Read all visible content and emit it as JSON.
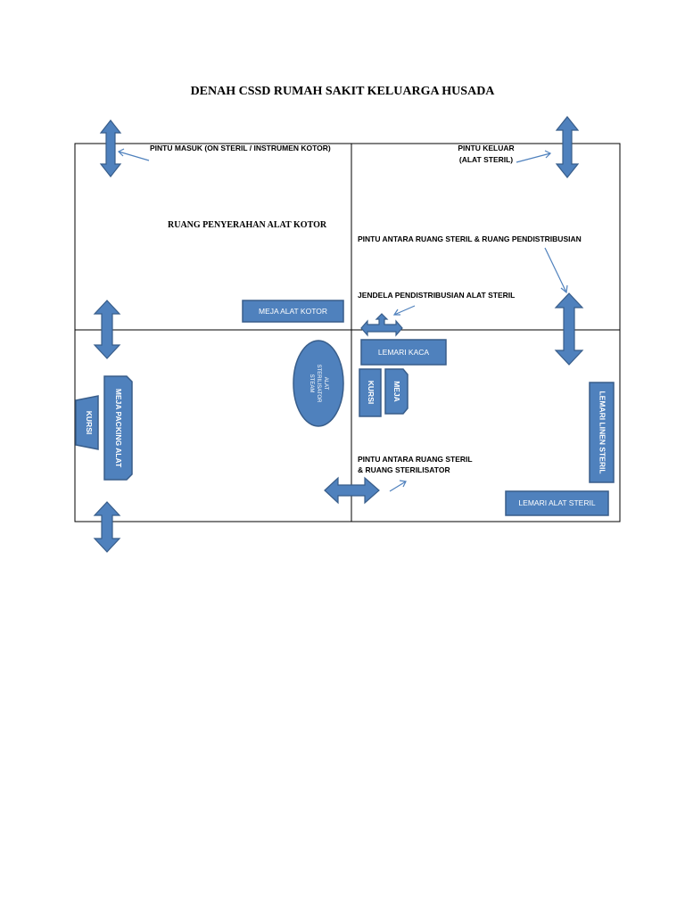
{
  "title": "DENAH CSSD RUMAH SAKIT KELUARGA HUSADA",
  "labels": {
    "entrance": "PINTU MASUK (ON STERIL / INSTRUMEN KOTOR)",
    "exit_line1": "PINTU KELUAR",
    "exit_line2": "(ALAT STERIL)",
    "dirty_room": "RUANG PENYERAHAN ALAT KOTOR",
    "door_sterile_dist": "PINTU ANTARA RUANG STERIL & RUANG PENDISTRIBUSIAN",
    "window_dist": "JENDELA PENDISTRIBUSIAN ALAT STERIL",
    "door_sterile_steril_line1": "PINTU ANTARA RUANG STERIL",
    "door_sterile_steril_line2": "& RUANG STERILISATOR"
  },
  "furniture": {
    "meja_alat_kotor": "MEJA ALAT KOTOR",
    "lemari_kaca": "LEMARI KACA",
    "kursi_left": "KURSI",
    "meja_packing": "MEJA PACKING ALAT",
    "kursi_mid": "KURSI",
    "meja_mid": "MEJA",
    "lemari_linen": "LEMARI LINEN STERIL",
    "lemari_alat_steril": "LEMARI ALAT STERIL",
    "sterilisator_line1": "ALAT",
    "sterilisator_line2": "STERILISATOR",
    "sterilisator_line3": "STEAM"
  },
  "colors": {
    "furniture_fill": "#4f81bd",
    "furniture_stroke": "#385d8a",
    "wall": "#000000"
  }
}
